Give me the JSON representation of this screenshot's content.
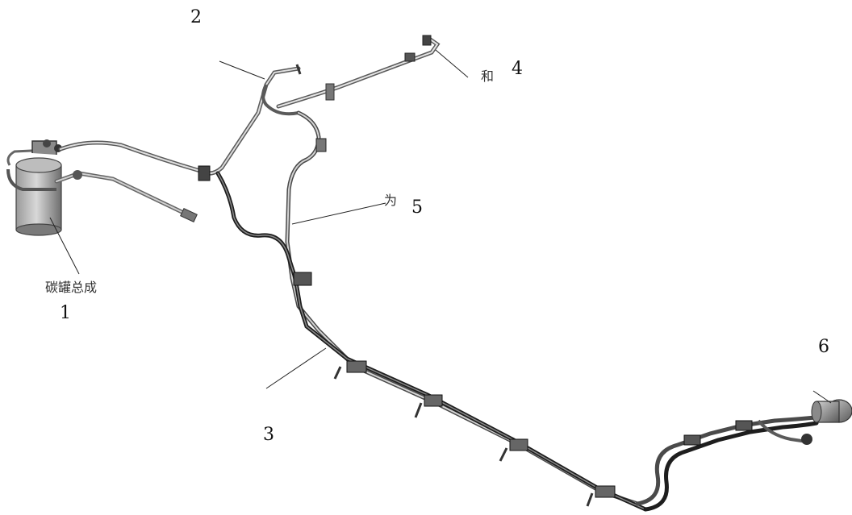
{
  "diagram": {
    "callouts": [
      {
        "id": "1",
        "label": "1",
        "partial_text": "碳罐总成"
      },
      {
        "id": "2",
        "label": "2",
        "partial_text": ""
      },
      {
        "id": "3",
        "label": "3",
        "partial_text": ""
      },
      {
        "id": "4",
        "label": "4",
        "partial_text": "和"
      },
      {
        "id": "5",
        "label": "5",
        "partial_text": "为"
      },
      {
        "id": "6",
        "label": "6",
        "partial_text": ""
      }
    ]
  }
}
